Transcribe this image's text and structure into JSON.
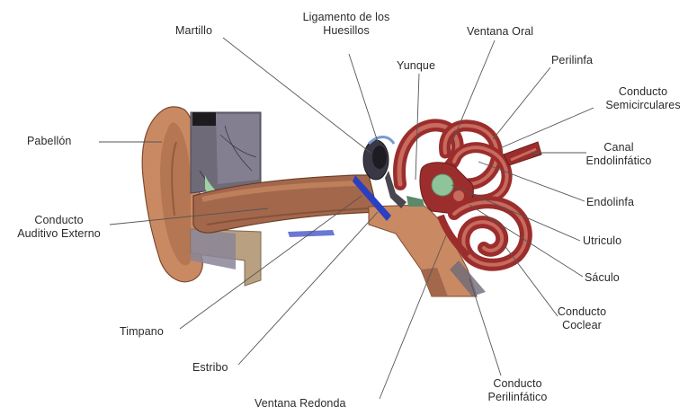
{
  "labels": {
    "martillo": "Martillo",
    "ligamento_l1": "Ligamento de los",
    "ligamento_l2": "Huesillos",
    "yunque": "Yunque",
    "ventana_oval": "Ventana Oral",
    "perilinfa": "Perilinfa",
    "conducto_semi_l1": "Conducto",
    "conducto_semi_l2": "Semicirculares",
    "canal_endo_l1": "Canal",
    "canal_endo_l2": "Endolinfático",
    "endolinfa": "Endolinfa",
    "utriculo": "Utriculo",
    "saculo": "Sáculo",
    "coclear_l1": "Conducto",
    "coclear_l2": "Coclear",
    "perilinfatico_l1": "Conducto",
    "perilinfatico_l2": "Perilinfático",
    "ventana_redonda": "Ventana Redonda",
    "estribo": "Estribo",
    "timpano": "Timpano",
    "auditivo_l1": "Conducto",
    "auditivo_l2": "Auditivo Externo",
    "pabellon": "Pabellón"
  },
  "colors": {
    "skin": "#c98a63",
    "skin_dark": "#8e5236",
    "canal": "#a3674c",
    "membrane_blue": "#2b3fbf",
    "inner_ear": "#9b2e2c",
    "inner_ear_light": "#c86a5e",
    "vestibule_green": "#8fc49a",
    "leader_line": "#555555"
  }
}
